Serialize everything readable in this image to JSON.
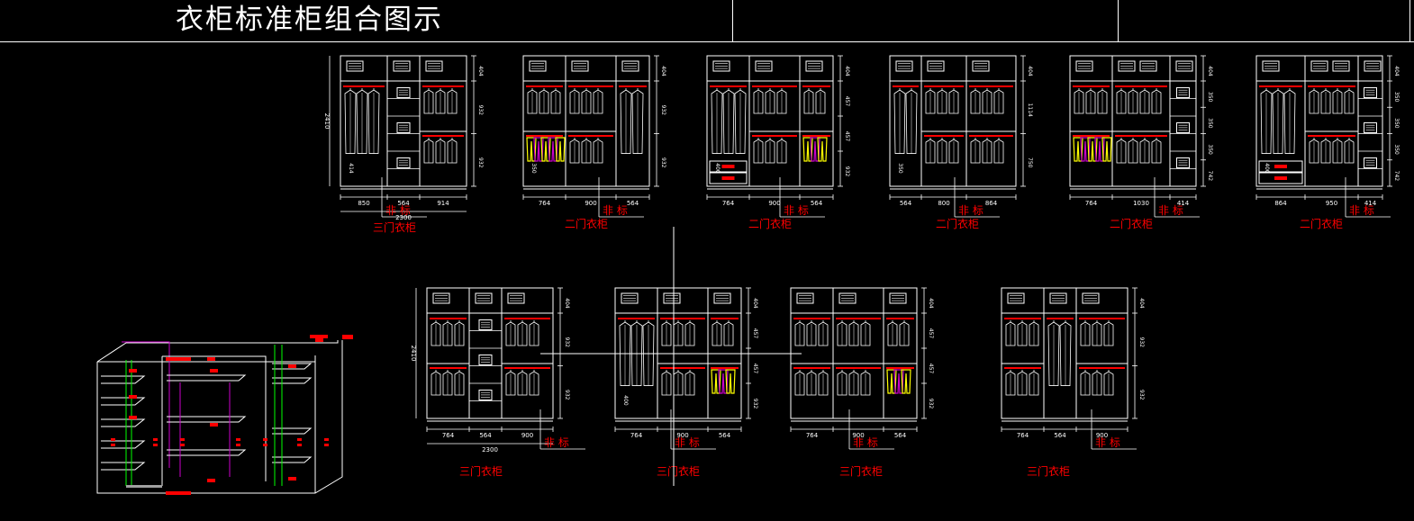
{
  "title": "衣柜标准柜组合图示",
  "colors": {
    "line": "#ffffff",
    "accent": "#ff0000",
    "yellow": "#ffff00",
    "magenta": "#cc00cc",
    "green": "#00ff00",
    "gray": "#a0a0a0"
  },
  "labels": {
    "nonstd": "非 标",
    "three_door": "三门衣柜",
    "two_door": "二门衣柜"
  },
  "top_row": [
    {
      "name": "top-cabinet-1",
      "caption": "三门衣柜",
      "widths": [
        "850",
        "564",
        "914"
      ],
      "total": "2300",
      "heights": [
        "404",
        "932",
        "932"
      ],
      "overall": "2410",
      "extra": "414"
    },
    {
      "name": "top-cabinet-2",
      "caption": "二门衣柜",
      "widths": [
        "764",
        "900",
        "564"
      ],
      "heights": [
        "404",
        "932",
        "932"
      ],
      "extra": "350"
    },
    {
      "name": "top-cabinet-3",
      "caption": "二门衣柜",
      "widths": [
        "764",
        "900",
        "564"
      ],
      "heights": [
        "404",
        "457",
        "457",
        "932"
      ],
      "extra": "400"
    },
    {
      "name": "top-cabinet-4",
      "caption": "二门衣柜",
      "widths": [
        "564",
        "800",
        "864"
      ],
      "heights": [
        "404",
        "1114",
        "750"
      ],
      "extra": "350"
    },
    {
      "name": "top-cabinet-5",
      "caption": "二门衣柜",
      "widths": [
        "764",
        "1030",
        "414"
      ],
      "heights": [
        "404",
        "350",
        "350",
        "350",
        "742"
      ],
      "extra": ""
    },
    {
      "name": "top-cabinet-6",
      "caption": "二门衣柜",
      "widths": [
        "864",
        "950",
        "414"
      ],
      "heights": [
        "404",
        "350",
        "350",
        "350",
        "742"
      ],
      "extra": "400"
    }
  ],
  "bottom_row": [
    {
      "name": "bottom-cabinet-1",
      "caption": "三门衣柜",
      "widths": [
        "764",
        "564",
        "900"
      ],
      "total": "2300",
      "heights": [
        "404",
        "932",
        "932"
      ],
      "overall": "2410"
    },
    {
      "name": "bottom-cabinet-2",
      "caption": "三门衣柜",
      "widths": [
        "764",
        "900",
        "564"
      ],
      "heights": [
        "404",
        "457",
        "457",
        "932"
      ],
      "extra": "400"
    },
    {
      "name": "bottom-cabinet-3",
      "caption": "三门衣柜",
      "widths": [
        "764",
        "900",
        "564"
      ],
      "heights": [
        "404",
        "457",
        "457",
        "932"
      ]
    },
    {
      "name": "bottom-cabinet-4",
      "caption": "三门衣柜",
      "widths": [
        "764",
        "564",
        "900"
      ],
      "heights": [
        "404",
        "932",
        "932"
      ]
    }
  ]
}
